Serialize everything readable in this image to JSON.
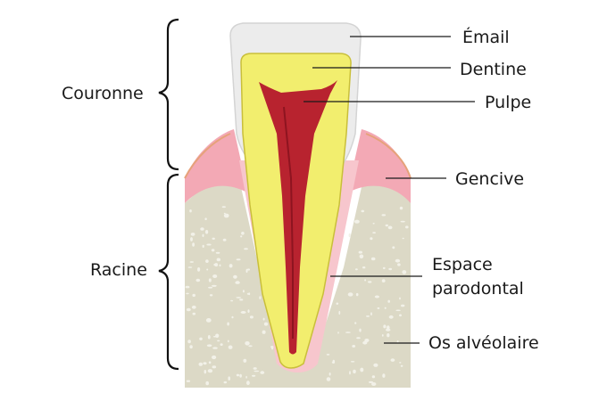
{
  "labels": {
    "email": "Émail",
    "dentine": "Dentine",
    "pulpe": "Pulpe",
    "gencive": "Gencive",
    "espace_line1": "Espace",
    "espace_line2": "parodontal",
    "os": "Os alvéolaire",
    "couronne": "Couronne",
    "racine": "Racine"
  },
  "colors": {
    "bone": "#dcd9c6",
    "bone_dots": "#f2f1e8",
    "gum": "#f3a9b5",
    "gum_light": "#f7c6cd",
    "enamel": "#ececec",
    "dentine": "#f2ee6e",
    "pulp": "#b8232f",
    "line": "#1a1a1a"
  }
}
